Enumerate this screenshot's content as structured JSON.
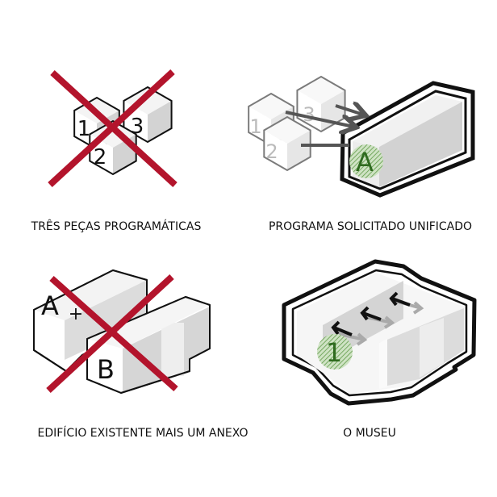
{
  "panels": [
    {
      "caption": "TRÊS PEÇAS PROGRAMÁTICAS",
      "pieces": [
        "1",
        "2",
        "3"
      ],
      "crossed_out": true
    },
    {
      "caption": "PROGRAMA SOLICITADO UNIFICADO",
      "pieces": [
        "1",
        "2",
        "3"
      ],
      "result": "A",
      "crossed_out": false
    },
    {
      "caption": "EDIFÍCIO EXISTENTE MAIS UM ANEXO",
      "pieces": [
        "A",
        "+",
        "B"
      ],
      "crossed_out": true
    },
    {
      "caption": "O MUSEU",
      "marker": "1",
      "crossed_out": false
    }
  ],
  "colors": {
    "cross": "#b3142c",
    "marker_green": "#2f6b1f",
    "hatch_green": "#7fb36a",
    "arrow_dark": "#555555"
  }
}
